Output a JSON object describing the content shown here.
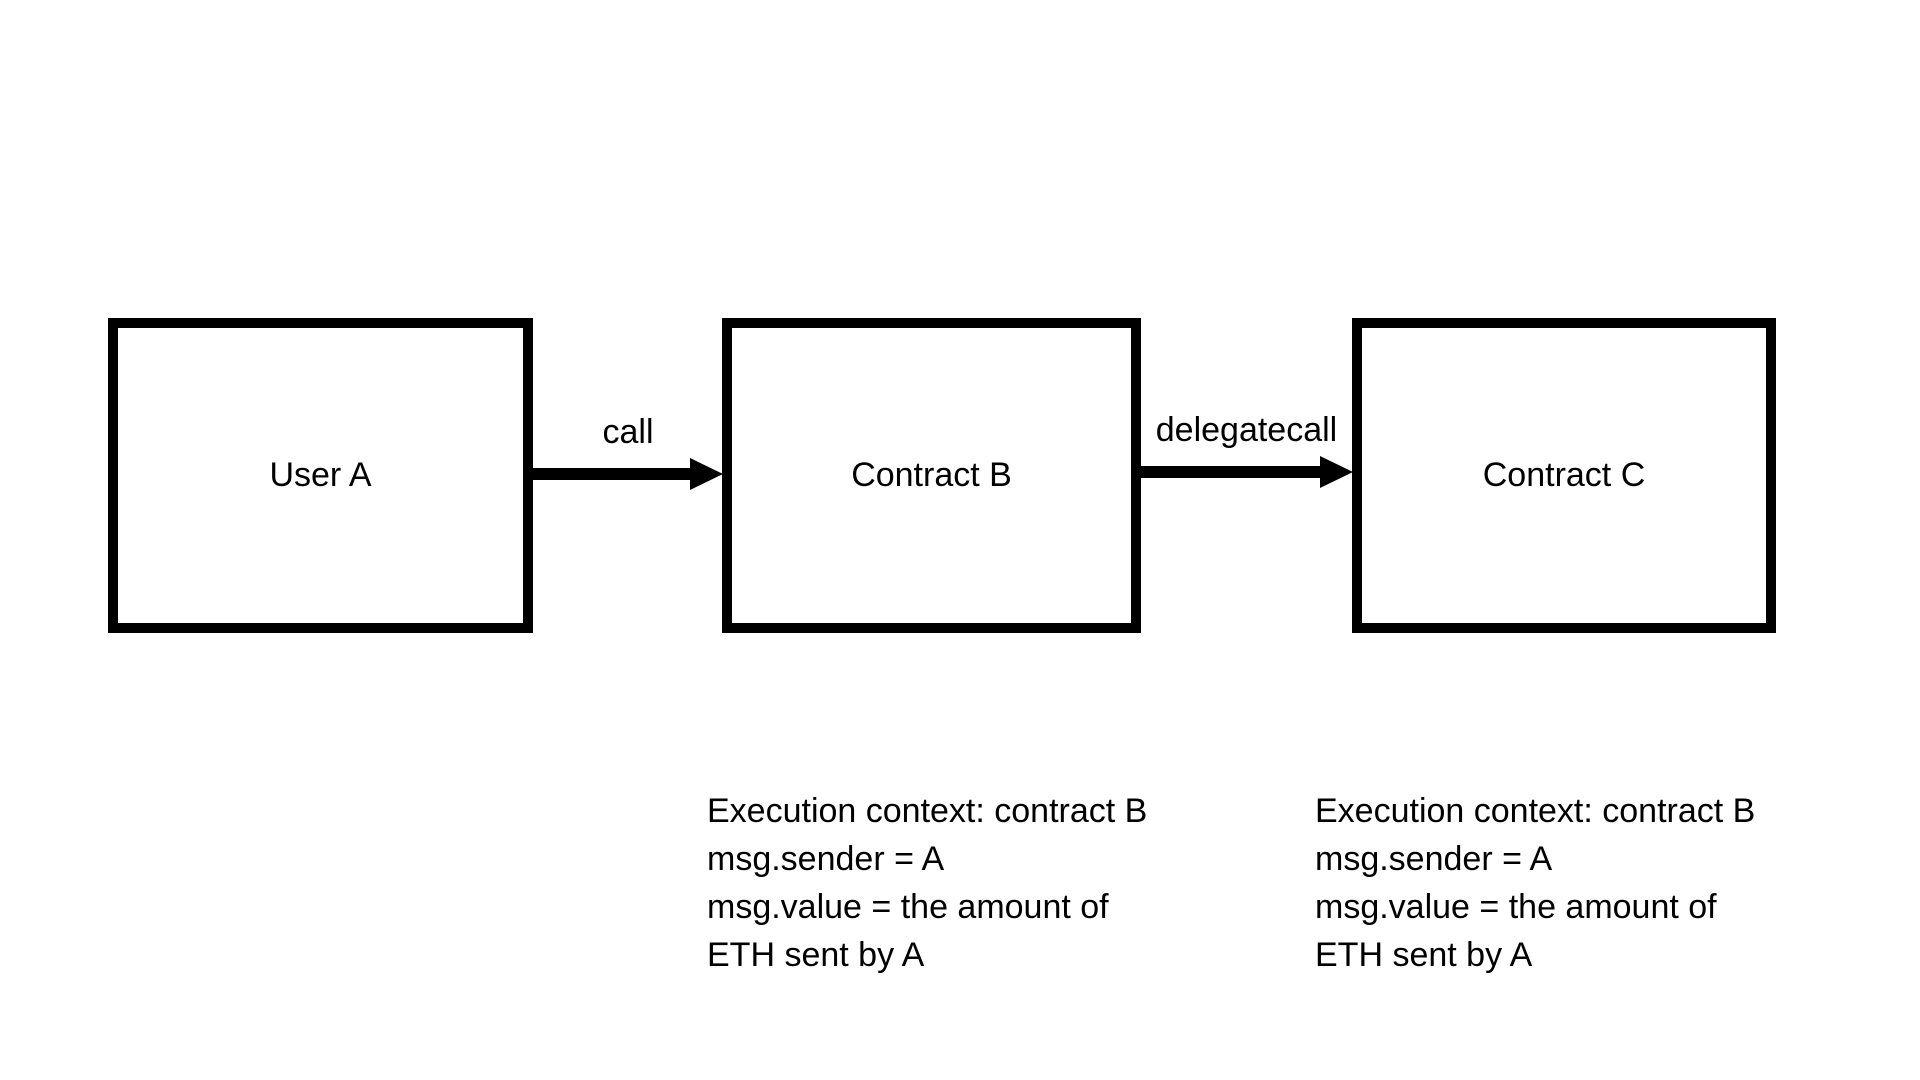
{
  "diagram": {
    "nodes": [
      {
        "id": "user-a",
        "label": "User A"
      },
      {
        "id": "contract-b",
        "label": "Contract B"
      },
      {
        "id": "contract-c",
        "label": "Contract C"
      }
    ],
    "arrows": [
      {
        "id": "call",
        "label": "call",
        "from": "User A",
        "to": "Contract B"
      },
      {
        "id": "delegatecall",
        "label": "delegatecall",
        "from": "Contract B",
        "to": "Contract C"
      }
    ],
    "annotations": [
      {
        "under": "Contract B",
        "lines": [
          "Execution context: contract B",
          "msg.sender = A",
          "msg.value = the amount of",
          "ETH sent by A"
        ]
      },
      {
        "under": "Contract C",
        "lines": [
          "Execution context: contract B",
          "msg.sender = A",
          "msg.value = the amount of",
          "ETH sent by A"
        ]
      }
    ],
    "colors": {
      "foreground": "#000000",
      "background": "#ffffff"
    }
  }
}
